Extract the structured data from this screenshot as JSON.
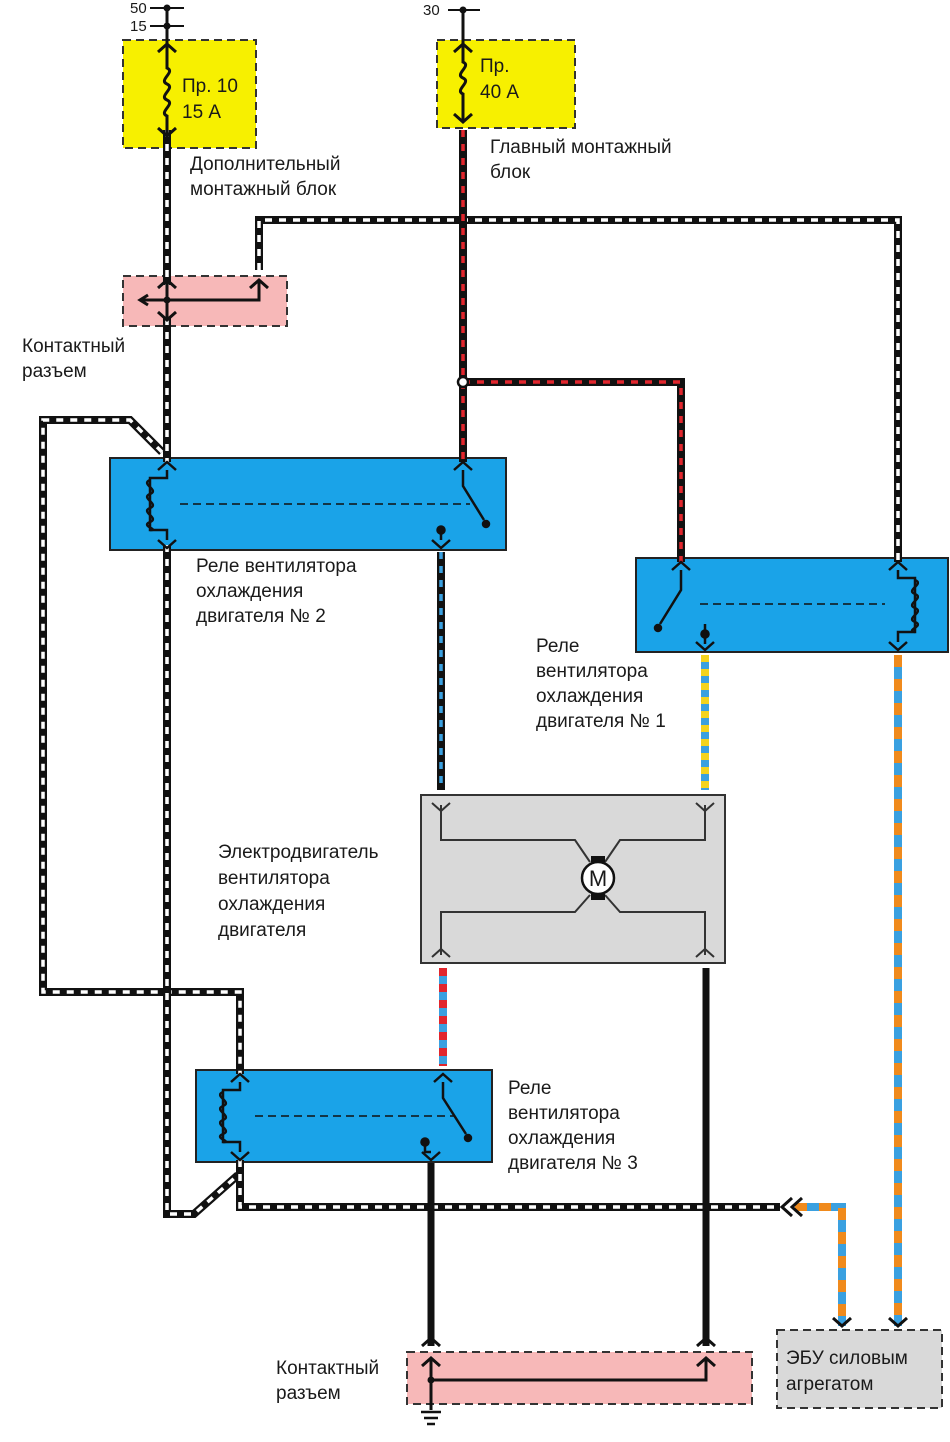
{
  "colors": {
    "fuse_box": "#f7f000",
    "connector": "#f7b8b8",
    "relay": "#1aa3e8",
    "motor": "#d9d9d9",
    "ecu": "#d9d9d9",
    "wire_black": "#111111",
    "wire_red": "#e1262d",
    "wire_blue": "#3aa0e0",
    "wire_yellow": "#f3d31e",
    "wire_orange": "#f08a1c"
  },
  "terminals": {
    "t50": "50",
    "t15": "15",
    "t30": "30"
  },
  "fuse10": {
    "line1": "Пр. 10",
    "line2": "15 А"
  },
  "fuse40": {
    "line1": "Пр.",
    "line2": "40 А"
  },
  "aux_block": {
    "line1": "Дополнительный",
    "line2": "монтажный блок"
  },
  "main_block": {
    "line1": "Главный монтажный",
    "line2": "блок"
  },
  "connector_top": {
    "line1": "Контактный",
    "line2": "разъем"
  },
  "connector_bottom": {
    "line1": "Контактный",
    "line2": "разъем"
  },
  "relay2": {
    "line1": "Реле вентилятора",
    "line2": "охлаждения",
    "line3": "двигателя № 2"
  },
  "relay1": {
    "line1": "Реле",
    "line2": "вентилятора",
    "line3": "охлаждения",
    "line4": "двигателя № 1"
  },
  "relay3": {
    "line1": "Реле",
    "line2": "вентилятора",
    "line3": "охлаждения",
    "line4": "двигателя № 3"
  },
  "motor": {
    "line1": "Электродвигатель",
    "line2": "вентилятора",
    "line3": "охлаждения",
    "line4": "двигателя",
    "symbol": "М"
  },
  "ecu": {
    "line1": "ЭБУ силовым",
    "line2": "агрегатом"
  }
}
